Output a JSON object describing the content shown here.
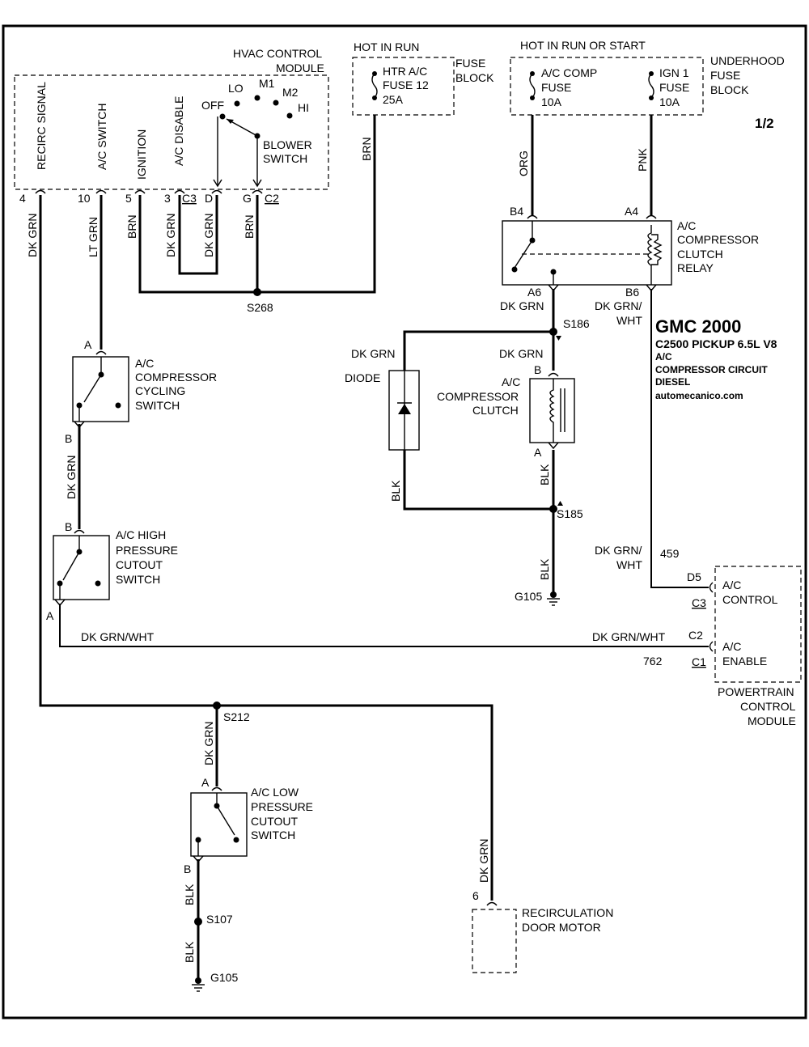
{
  "header": {
    "page": "1/2",
    "make": "GMC 2000",
    "model": "C2500 PICKUP  6.5L  V8",
    "system": "A/C",
    "circuit": "COMPRESSOR CIRCUIT",
    "fuel": "DIESEL",
    "site": "automecanico.com"
  },
  "power": {
    "hot_in_run": "HOT IN RUN",
    "hot_in_run_or_start": "HOT IN RUN OR START",
    "fuse_block_1": "FUSE",
    "fuse_block_2": "BLOCK",
    "underhood_1": "UNDERHOOD",
    "underhood_2": "FUSE",
    "underhood_3": "BLOCK",
    "fuse12": [
      "HTR A/C",
      "FUSE 12",
      "25A"
    ],
    "fuse_ac": [
      "A/C COMP",
      "FUSE",
      "10A"
    ],
    "fuse_ign": [
      "IGN 1",
      "FUSE",
      "10A"
    ]
  },
  "hvac": {
    "title_1": "HVAC CONTROL",
    "title_2": "MODULE",
    "recirc": "RECIRC SIGNAL",
    "ac_switch": "A/C SWITCH",
    "ignition": "IGNITION",
    "ac_disable": "A/C DISABLE",
    "off": "OFF",
    "lo": "LO",
    "m1": "M1",
    "m2": "M2",
    "hi": "HI",
    "blower_1": "BLOWER",
    "blower_2": "SWITCH",
    "pin4": "4",
    "pin10": "10",
    "pin5": "5",
    "pin3": "3",
    "c3": "C3",
    "pinD": "D",
    "pinG": "G",
    "c2": "C2"
  },
  "wires": {
    "dk_grn": "DK GRN",
    "lt_grn": "LT GRN",
    "brn": "BRN",
    "org": "ORG",
    "pnk": "PNK",
    "blk": "BLK",
    "dk_grn_wht": "DK GRN/WHT",
    "dk_grn_slash": "DK GRN/",
    "wht": "WHT",
    "n459": "459",
    "n762": "762"
  },
  "splices": {
    "s268": "S268",
    "s186": "S186",
    "s185": "S185",
    "s212": "S212",
    "s107": "S107",
    "g105a": "G105",
    "g105b": "G105"
  },
  "components": {
    "relay": [
      "A/C",
      "COMPRESSOR",
      "CLUTCH",
      "RELAY"
    ],
    "relay_pins": {
      "b4": "B4",
      "a4": "A4",
      "a6": "A6",
      "b6": "B6"
    },
    "cycling": [
      "A/C",
      "COMPRESSOR",
      "CYCLING",
      "SWITCH"
    ],
    "high": [
      "A/C HIGH",
      "PRESSURE",
      "CUTOUT",
      "SWITCH"
    ],
    "low": [
      "A/C LOW",
      "PRESSURE",
      "CUTOUT",
      "SWITCH"
    ],
    "clutch": [
      "A/C",
      "COMPRESSOR",
      "CLUTCH"
    ],
    "diode": "DIODE",
    "recirc_motor": [
      "RECIRCULATION",
      "DOOR MOTOR"
    ],
    "recirc_pin": "6",
    "pin_a": "A",
    "pin_b": "B",
    "pcm": [
      "POWERTRAIN",
      "CONTROL",
      "MODULE"
    ],
    "pcm_ac_control": [
      "A/C",
      "CONTROL"
    ],
    "pcm_ac_enable": [
      "A/C",
      "ENABLE"
    ],
    "pcm_pins": {
      "d5": "D5",
      "c3": "C3",
      "c2": "C2",
      "c1": "C1"
    }
  }
}
